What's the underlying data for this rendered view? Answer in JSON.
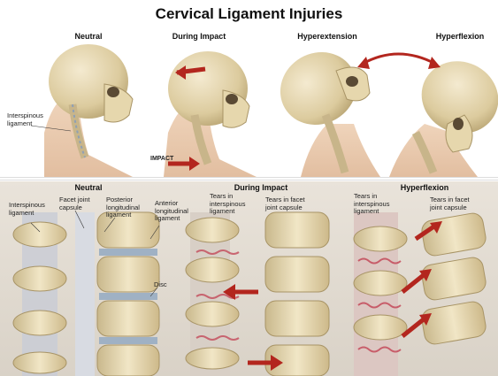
{
  "title": "Cervical Ligament Injuries",
  "top_panels": {
    "neutral": "Neutral",
    "during_impact": "During Impact",
    "hyperextension": "Hyperextension",
    "hyperflexion": "Hyperflexion"
  },
  "top_labels": {
    "interspinous": "Interspinous\nligament",
    "impact": "IMPACT"
  },
  "bottom_panels": {
    "neutral": "Neutral",
    "during_impact": "During Impact",
    "hyperflexion": "Hyperflexion"
  },
  "bottom_labels": {
    "interspinous": "Interspinous\nligament",
    "facet_capsule": "Facet joint\ncapsule",
    "posterior_long": "Posterior\nlongitudinal\nligament",
    "anterior_long": "Anterior\nlongitudinal\nligament",
    "disc": "Disc",
    "tears_interspinous": "Tears in\ninterspinous\nligament",
    "tears_facet": "Tears in facet\njoint capsule",
    "tears_interspinous_2": "Tears in\ninterspinous\nligament",
    "tears_facet_2": "Tears in facet\njoint capsule"
  },
  "colors": {
    "skin": "#e8c8a8",
    "bone": "#e9dcb4",
    "shadow": "#c9b88c",
    "arrow": "#b3261e",
    "disc": "#b8c4d0",
    "ligament": "#c8ccd6"
  }
}
